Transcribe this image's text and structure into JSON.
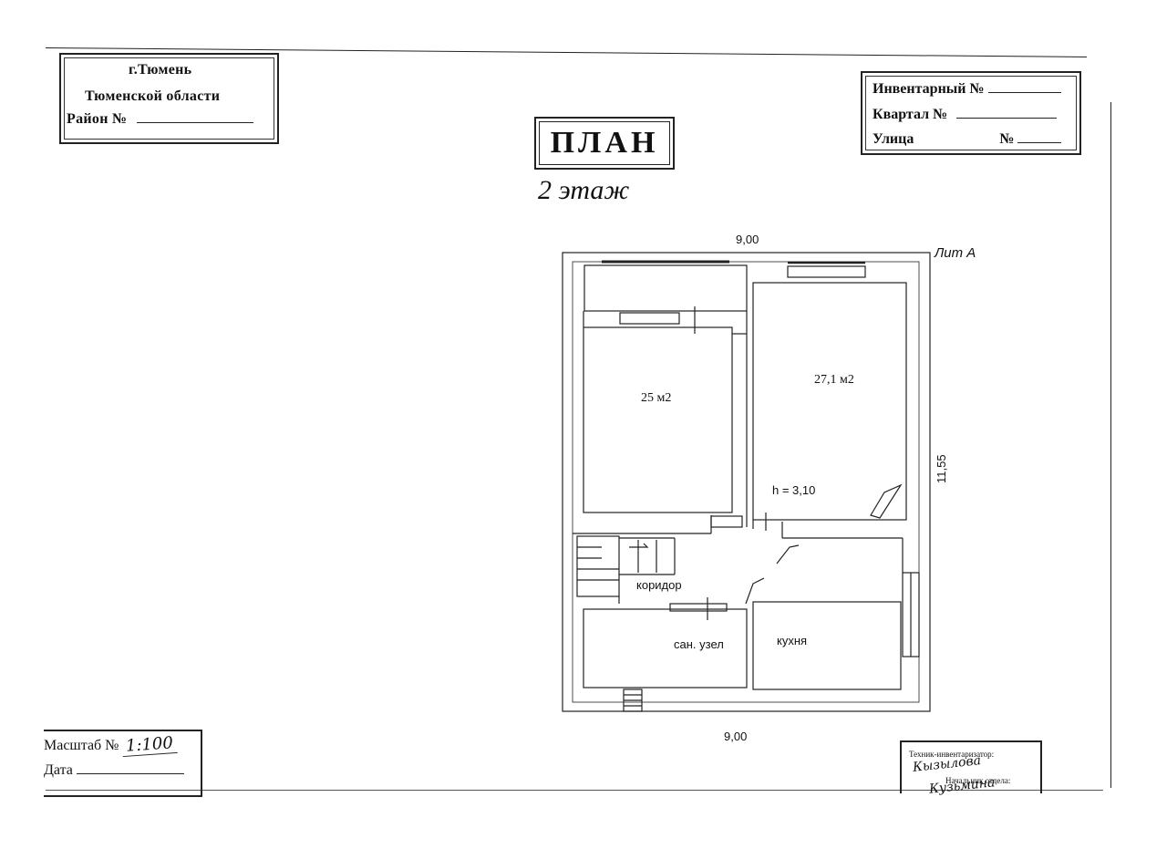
{
  "stamp_city": {
    "line1": "г.Тюмень",
    "line2": "Тюменской области",
    "line3": "Район №"
  },
  "stamp_inventory": {
    "inventory_label": "Инвентарный №",
    "block_label": "Квартал №",
    "street_label": "Улица",
    "number_label": "№"
  },
  "heading": {
    "title": "ПЛАН",
    "floor": "2 этаж"
  },
  "plan": {
    "width_top": "9,00",
    "width_bottom": "9,00",
    "depth_right": "11,55",
    "letter": "Лит А",
    "ceiling_height": "h = 3,10",
    "rooms": {
      "room_left_area": "25 м2",
      "room_right_area": "27,1 м2",
      "corridor": "коридор",
      "bathroom": "сан. узел",
      "kitchen": "кухня"
    }
  },
  "stamp_scale": {
    "scale_label": "Масштаб №",
    "scale_value": "1:100",
    "date_label": "Дата"
  },
  "stamp_technician": {
    "technician_label": "Техник-инвентаризатор:",
    "technician_signature": "Кызылова",
    "head_label": "Начальник отдела:",
    "head_signature": "Кузьмина"
  }
}
